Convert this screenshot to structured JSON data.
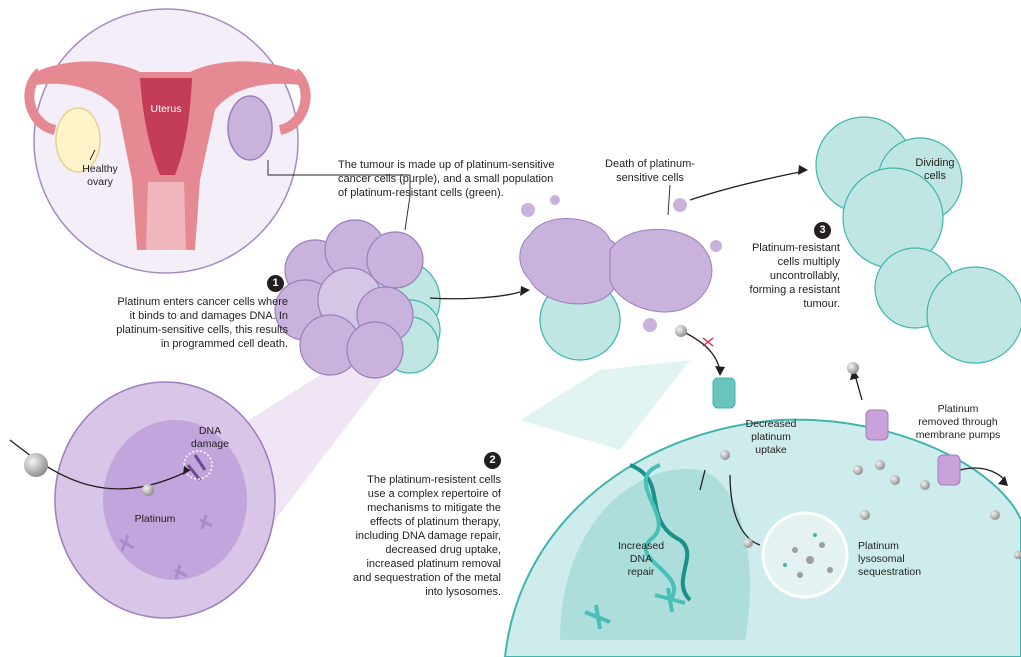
{
  "labels": {
    "uterus": "Uterus",
    "healthy_ovary": "Healthy\novary",
    "tumour_note": "The tumour is made up of platinum-sensitive\ncancer cells (purple), and a small population\nof platinum-resistant cells (green).",
    "death_note": "Death of platinum-\nsensitive cells",
    "dividing_cells": "Dividing\ncells",
    "dna_damage": "DNA\ndamage",
    "platinum": "Platinum",
    "decreased_uptake": "Decreased\nplatinum\nuptake",
    "platinum_removed": "Platinum\nremoved through\nmembrane pumps",
    "increased_repair": "Increased\nDNA\nrepair",
    "lysosomal": "Platinum\nlysosomal\nsequestration"
  },
  "steps": [
    {
      "number": "1",
      "text": "Platinum enters cancer cells where\nit binds to and damages DNA. In\nplatinum-sensitive cells, this results\nin programmed cell death."
    },
    {
      "number": "2",
      "text": "The platinum-resistent cells\nuse a complex repertoire of\nmechanisms to mitigate the\neffects of platinum therapy,\nincluding DNA damage repair,\ndecreased drug uptake,\nincreased platinum removal\nand sequestration of the metal\ninto lysosomes."
    },
    {
      "number": "3",
      "text": "Platinum-resistant\ncells multiply\nuncontrollably,\nforming a resistant\ntumour."
    }
  ],
  "colors": {
    "purple": "#c9b3dc",
    "purple_dark": "#9b7fbd",
    "teal": "#bfe6e3",
    "teal_dark": "#3fb5ad",
    "uterus": "#e58a92",
    "uterus_inner": "#c33c58",
    "ovary": "#fff4c9"
  }
}
